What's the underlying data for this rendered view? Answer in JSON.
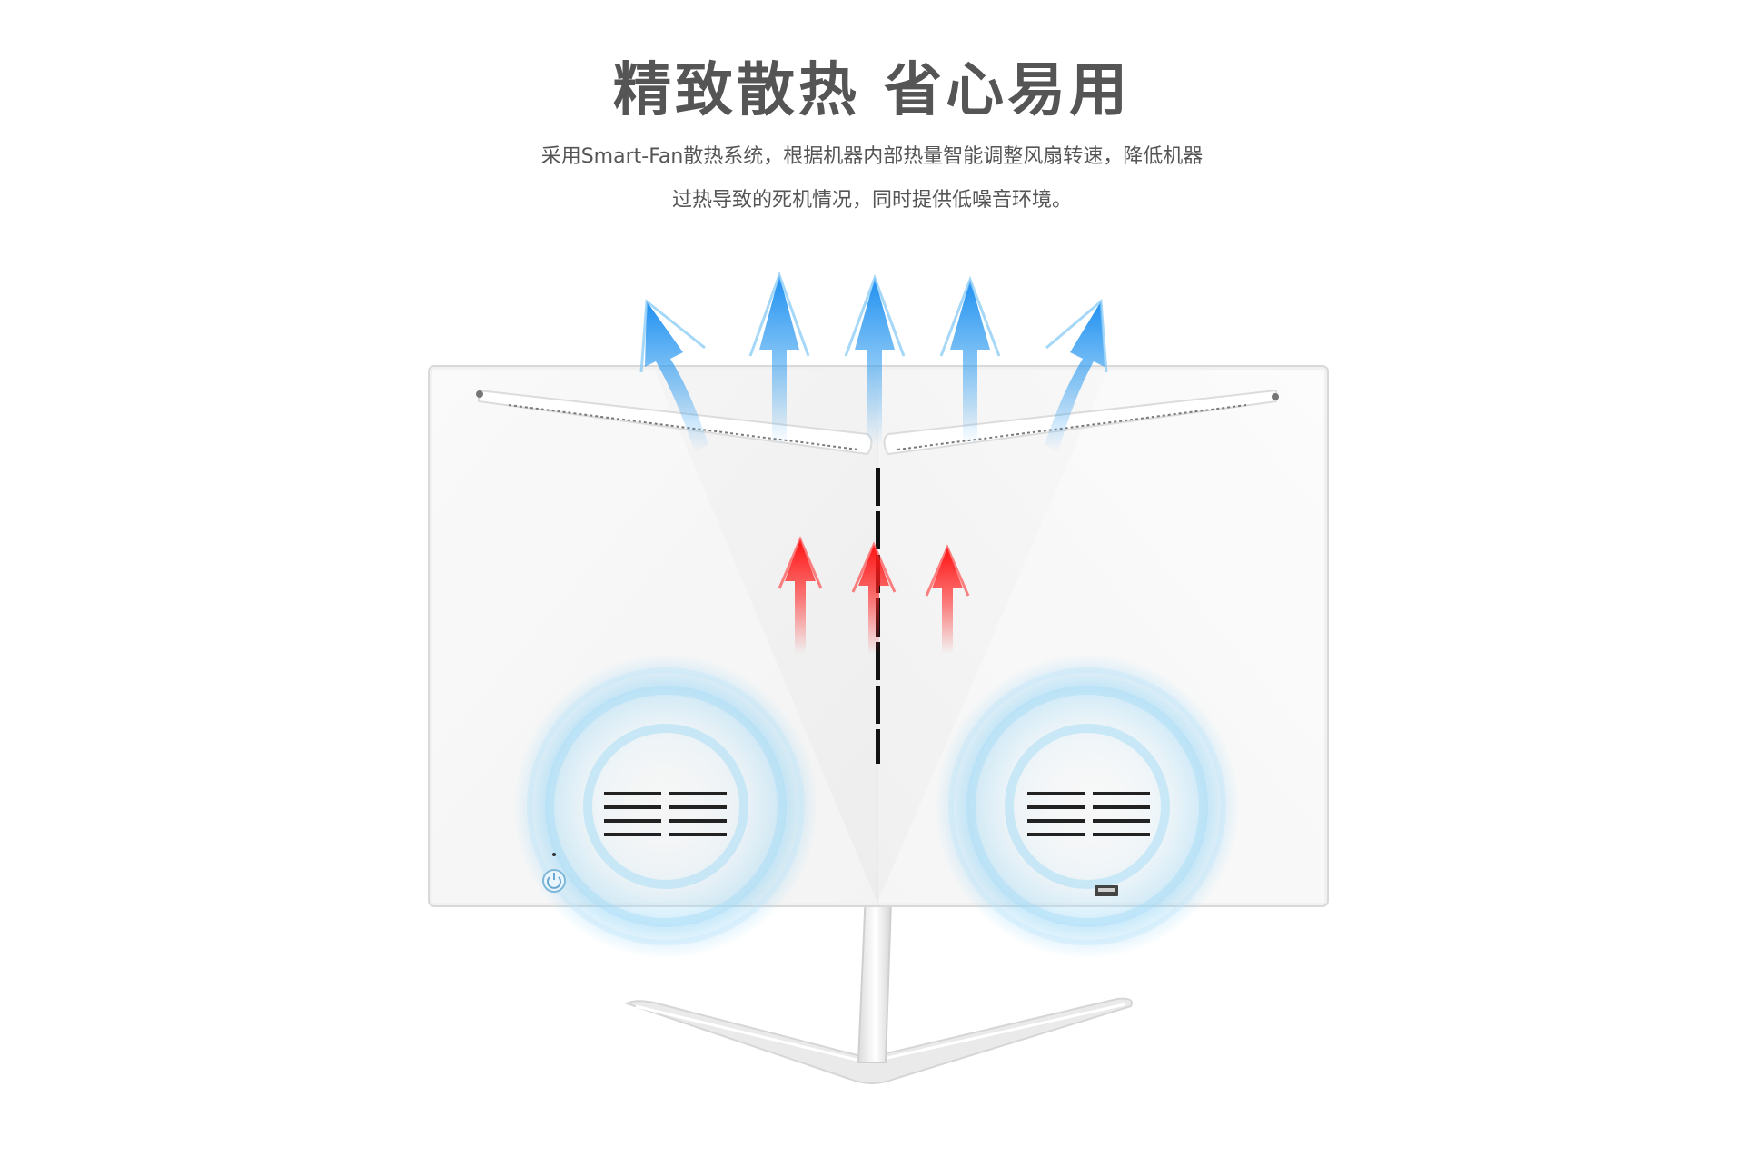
{
  "headline": "精致散热 省心易用",
  "description": {
    "line1": "采用Smart-Fan散热系统，根据机器内部热量智能调整风扇转速，降低机器",
    "line2": "过热导致的死机情况，同时提供低噪音环境。"
  },
  "illustration": {
    "product": "white-monitor-rear-view",
    "airflow_out_color": "#2e9cf0",
    "heat_color": "#ff2020",
    "fan_glow_color": "#8fd3f5",
    "icons": [
      "power-button-icon",
      "usb-port-icon"
    ]
  }
}
